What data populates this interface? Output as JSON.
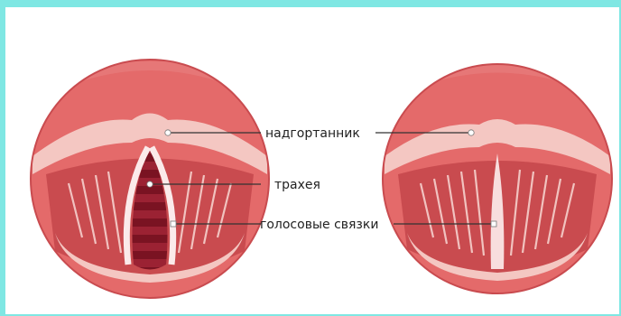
{
  "labels": {
    "epiglottis": "надгортанник",
    "trachea": "трахея",
    "vocal_cords": "голосовые связки"
  },
  "colors": {
    "background_border": "#7fe7e3",
    "tissue": "#e46a6a",
    "tissue_dark": "#c94b4f",
    "fold": "#f4c7c2",
    "trachea": "#7a1322",
    "leader_line": "#333333"
  }
}
